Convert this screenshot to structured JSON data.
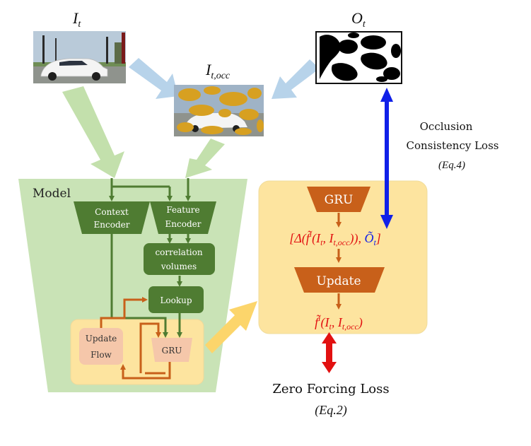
{
  "inputs": {
    "frame_label": "I",
    "frame_sub": "t",
    "occluded_label": "I",
    "occluded_sub": "t,occ",
    "mask_label": "O",
    "mask_sub": "t"
  },
  "model": {
    "title": "Model",
    "context_encoder": [
      "Context",
      "Encoder"
    ],
    "feature_encoder": [
      "Feature",
      "Encoder"
    ],
    "correlation": [
      "correlation",
      "volumes"
    ],
    "lookup": "Lookup",
    "update_flow": [
      "Update",
      "Flow"
    ],
    "gru": "GRU"
  },
  "detail": {
    "gru": "GRU",
    "update": "Update",
    "state_expr": "[Δ(f̃ⁱ(I_t, I_t,occ)), Õ_t]",
    "output_expr": "f̃ⁱ(I_t, I_t,occ)"
  },
  "losses": {
    "occlusion_line1": "Occlusion",
    "occlusion_line2": "Consistency Loss",
    "occlusion_eq": "(Eq.4)",
    "zero_forcing": "Zero Forcing Loss",
    "zero_forcing_eq": "(Eq.2)"
  },
  "colors": {
    "model_bg": "#c9e3b6",
    "panel_bg": "#fde49f",
    "dark_green": "#4f7c32",
    "orange": "#c8601a",
    "pink": "#f5c7aa",
    "light_blue_arrow": "#b7d3ea",
    "light_green_arrow": "#c3e0ac",
    "yellow_arrow": "#fcd56b",
    "blue": "#1020e8",
    "red": "#e21010",
    "occluder": "#d7a021"
  }
}
